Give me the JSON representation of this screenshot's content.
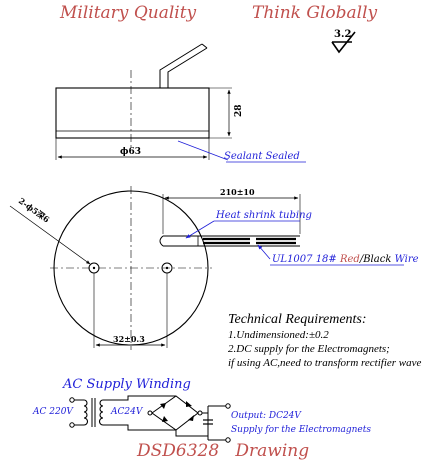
{
  "header": {
    "left_slogan": "Military Quality",
    "right_slogan": "Think Globally",
    "roughness_value": "3.2"
  },
  "side_view": {
    "height_dim": "28",
    "diameter_dim": "ϕ63",
    "callout": "Sealant Sealed"
  },
  "top_view": {
    "hole_dim": "2-ϕ5深6",
    "center_distance_dim": "32±0.3",
    "lead_length_dim": "210±10",
    "callout_tubing": "Heat shrink tubing",
    "wire_spec": {
      "prefix": "UL1007 18# ",
      "red": "Red",
      "slash_black": "/Black ",
      "wire": "Wire"
    }
  },
  "technical_requirements": {
    "title": "Technical Requirements:",
    "lines": [
      "1.Undimensioned:±0.2",
      "2.DC supply for the Electromagnets;",
      "if using AC,need to transform rectifier wave"
    ]
  },
  "circuit": {
    "title": "AC  Supply Winding",
    "input_label": "AC 220V",
    "secondary_label": "AC24V",
    "output_label": "Output: DC24V",
    "output_note": "Supply for the Electromagnets"
  },
  "footer": {
    "drawing_title": "DSD6328   Drawing"
  },
  "colors": {
    "accent_red": "#c0504d",
    "label_blue": "#1f1fd8",
    "line": "#000000"
  }
}
